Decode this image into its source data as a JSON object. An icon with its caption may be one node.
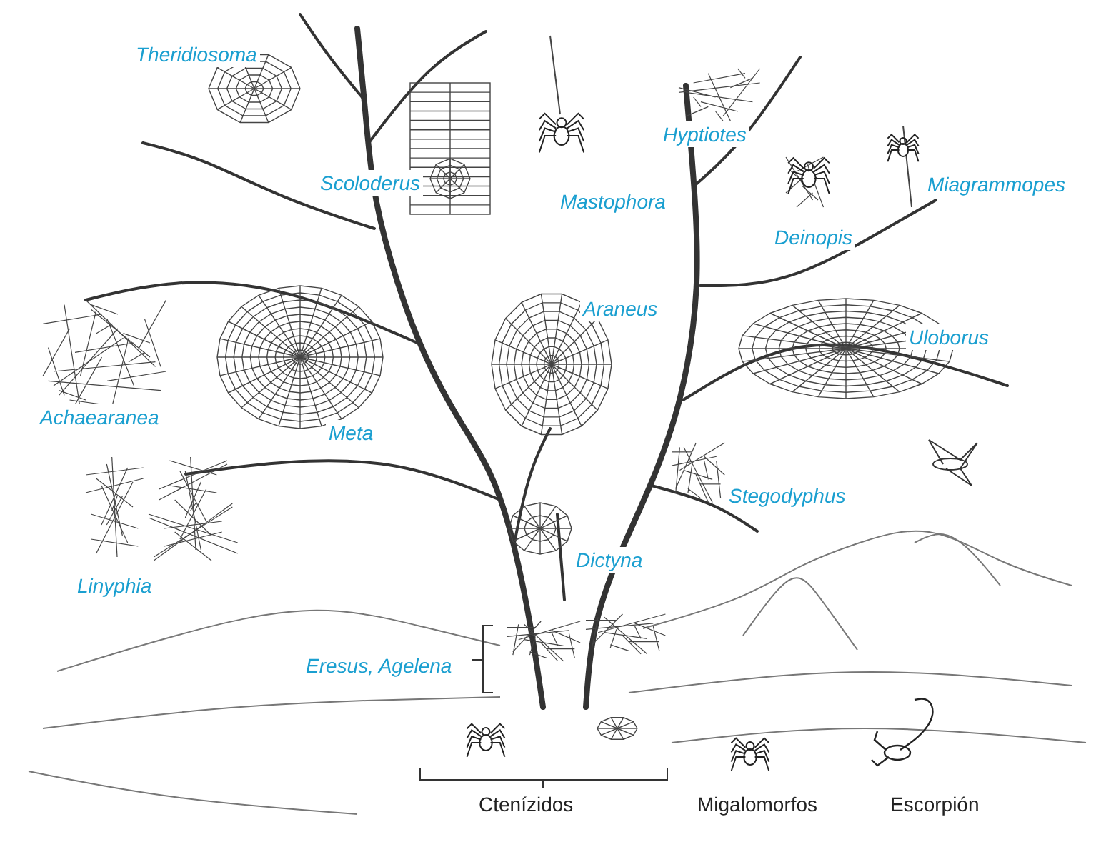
{
  "diagram": {
    "labels": [
      "Theridiosoma",
      "Hyptiotes",
      "Scoloderus",
      "Miagrammopes",
      "Mastophora",
      "Deinopis",
      "Araneus",
      "Uloborus",
      "Achaearanea",
      "Meta",
      "Stegodyphus",
      "Dictyna",
      "Linyphia",
      "Eresus, Agelena",
      "Ctenízidos",
      "Migalomorfos",
      "Escorpión"
    ]
  }
}
